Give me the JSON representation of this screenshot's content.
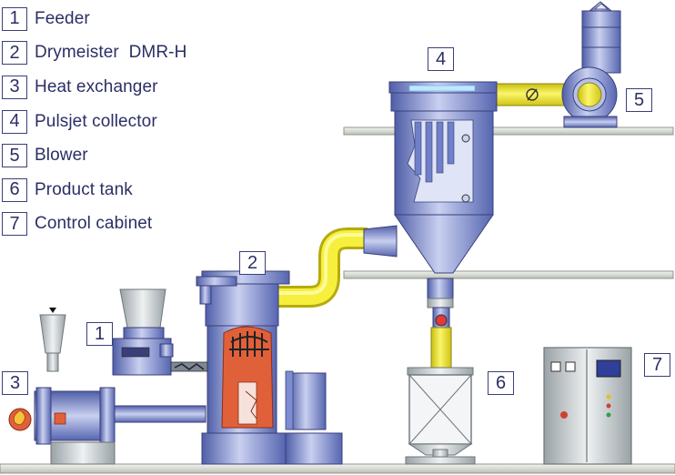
{
  "legend": [
    {
      "num": "1",
      "label": "Feeder"
    },
    {
      "num": "2",
      "label": "Drymeister  DMR-H"
    },
    {
      "num": "3",
      "label": "Heat exchanger"
    },
    {
      "num": "4",
      "label": "Pulsjet collector"
    },
    {
      "num": "5",
      "label": "Blower"
    },
    {
      "num": "6",
      "label": "Product tank"
    },
    {
      "num": "7",
      "label": "Control cabinet"
    }
  ],
  "callouts": {
    "feeder": "1",
    "drymeister": "2",
    "heat_exchanger": "3",
    "collector": "4",
    "blower": "5",
    "product_tank": "6",
    "control_cabinet": "7"
  },
  "colors": {
    "ink": "#2b2f66",
    "machine_blue": "#6f7fc8",
    "machine_light": "#c9d0f0",
    "duct_yellow": "#f2ea2a",
    "flame_orange": "#e0603a",
    "platform": "#dfe4dc"
  }
}
